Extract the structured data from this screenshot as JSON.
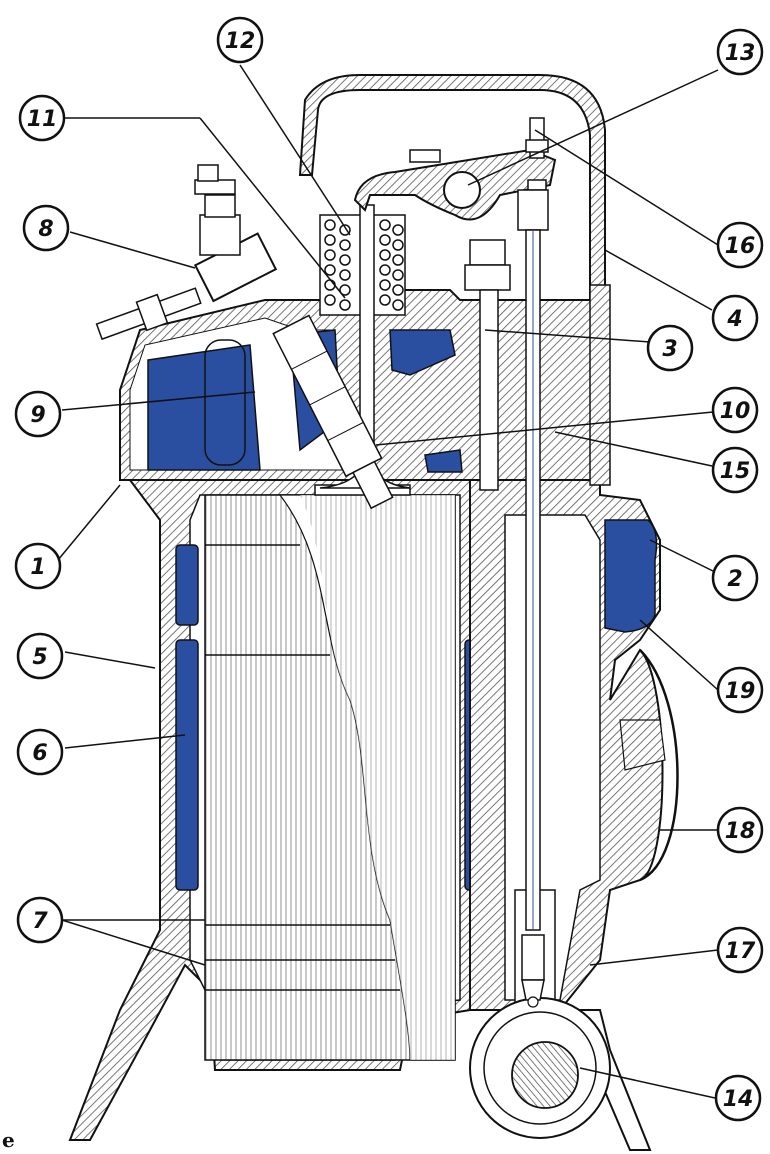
{
  "figure": {
    "corner_mark": "e",
    "colors": {
      "coolant": "#2a4fa0",
      "outline": "#111111",
      "hatch": "#666666",
      "background": "#ffffff"
    },
    "callouts": [
      {
        "id": "1",
        "label": "1"
      },
      {
        "id": "2",
        "label": "2"
      },
      {
        "id": "3",
        "label": "3"
      },
      {
        "id": "4",
        "label": "4"
      },
      {
        "id": "5",
        "label": "5"
      },
      {
        "id": "6",
        "label": "6"
      },
      {
        "id": "7",
        "label": "7"
      },
      {
        "id": "8",
        "label": "8"
      },
      {
        "id": "9",
        "label": "9"
      },
      {
        "id": "10",
        "label": "10"
      },
      {
        "id": "11",
        "label": "11"
      },
      {
        "id": "12",
        "label": "12"
      },
      {
        "id": "13",
        "label": "13"
      },
      {
        "id": "14",
        "label": "14"
      },
      {
        "id": "15",
        "label": "15"
      },
      {
        "id": "16",
        "label": "16"
      },
      {
        "id": "17",
        "label": "17"
      },
      {
        "id": "18",
        "label": "18"
      },
      {
        "id": "19",
        "label": "19"
      }
    ]
  }
}
